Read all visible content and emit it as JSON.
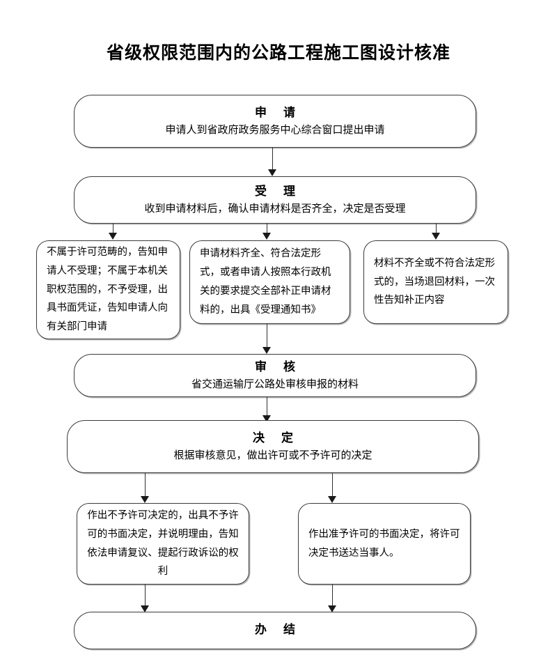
{
  "page": {
    "title": "省级权限范围内的公路工程施工图设计核准"
  },
  "flow": {
    "apply": {
      "heading": "申 请",
      "body": "申请人到省政府政务服务中心综合窗口提出申请"
    },
    "accept": {
      "heading": "受 理",
      "body": "收到申请材料后，确认申请材料是否齐全，决定是否受理"
    },
    "branch_left": {
      "body": "不属于许可范畴的，告知申请人不受理；不属于本机关职权范围的，不予受理，出具书面凭证，告知申请人向有关部门申请"
    },
    "branch_middle": {
      "body": "申请材料齐全、符合法定形式，或者申请人按照本行政机关的要求提交全部补正申请材料的，出具《受理通知书》"
    },
    "branch_right": {
      "body": "材料不齐全或不符合法定形式的，当场退回材料，一次性告知补正内容"
    },
    "review": {
      "heading": "审 核",
      "body": "省交通运输厅公路处审核申报的材料"
    },
    "decision": {
      "heading": "决 定",
      "body": "根据审核意见，做出许可或不予许可的决定"
    },
    "outcome_reject": {
      "body": "作出不予许可决定的，出具不予许可的书面决定，并说明理由，告知依法申请复议、提起行政诉讼的权利"
    },
    "outcome_approve": {
      "body": "作出准予许可的书面决定，将许可决定书送达当事人。"
    },
    "finish": {
      "heading": "办 结"
    }
  },
  "colors": {
    "border": "#3a3a3a",
    "text": "#000000",
    "background": "#ffffff",
    "connector": "#2f2f2f"
  }
}
